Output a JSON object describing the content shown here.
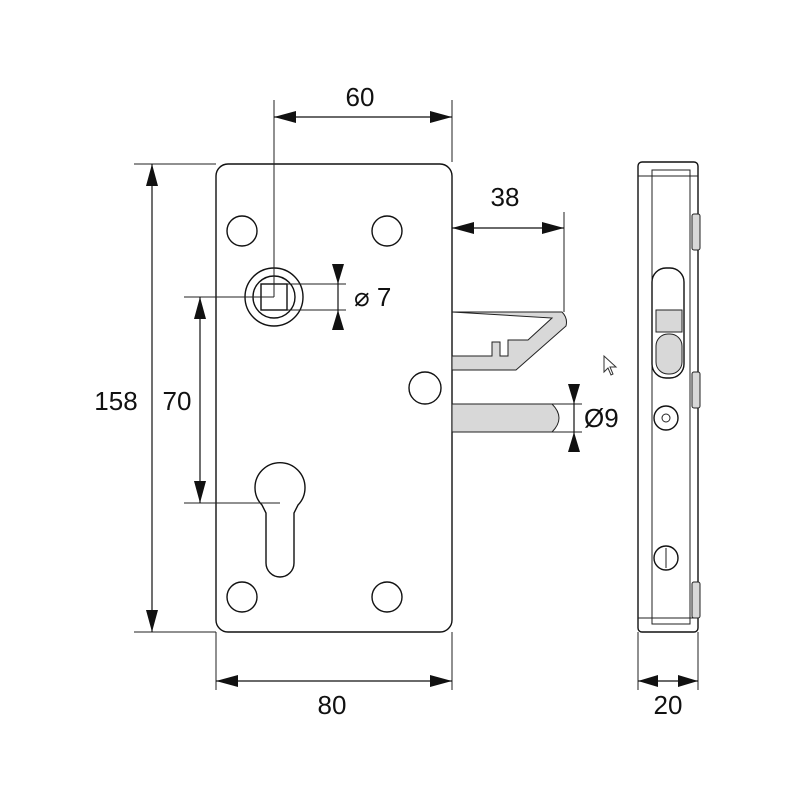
{
  "dimensions": {
    "width_top": "60",
    "bolt_projection": "38",
    "square_spindle": "⌀ 7",
    "height_total": "158",
    "center_distance": "70",
    "pin_diameter": "Ø9",
    "width_total": "80",
    "depth": "20"
  },
  "icons": {
    "cursor": "mouse-pointer-icon"
  }
}
